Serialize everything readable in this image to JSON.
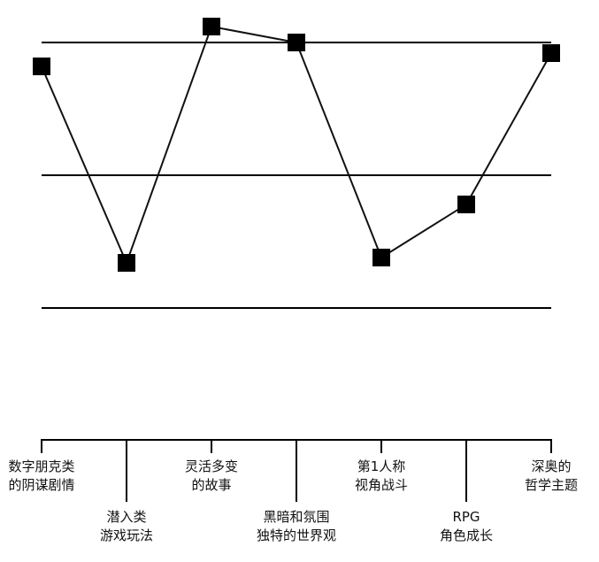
{
  "chart_data": {
    "type": "line",
    "title": "",
    "xlabel": "",
    "ylabel": "",
    "ylim": [
      0,
      100
    ],
    "reference_lines": [
      0,
      50,
      100
    ],
    "grid": false,
    "legend": "none",
    "marker": "square",
    "colors": {
      "line": "#111111",
      "marker": "#000000",
      "axis": "#000000",
      "background": "#ffffff"
    },
    "categories": [
      [
        "数字朋克类",
        "的阴谋剧情"
      ],
      [
        "潜入类",
        "游戏玩法"
      ],
      [
        "灵活多变",
        "的故事"
      ],
      [
        "黑暗和氛围",
        "独特的世界观"
      ],
      [
        "第1人称",
        "视角战斗"
      ],
      [
        "RPG",
        "角色成长"
      ],
      [
        "深奥的",
        "哲学主题"
      ]
    ],
    "series": [
      {
        "values": [
          91,
          17,
          106,
          100,
          19,
          39,
          96
        ]
      }
    ]
  }
}
